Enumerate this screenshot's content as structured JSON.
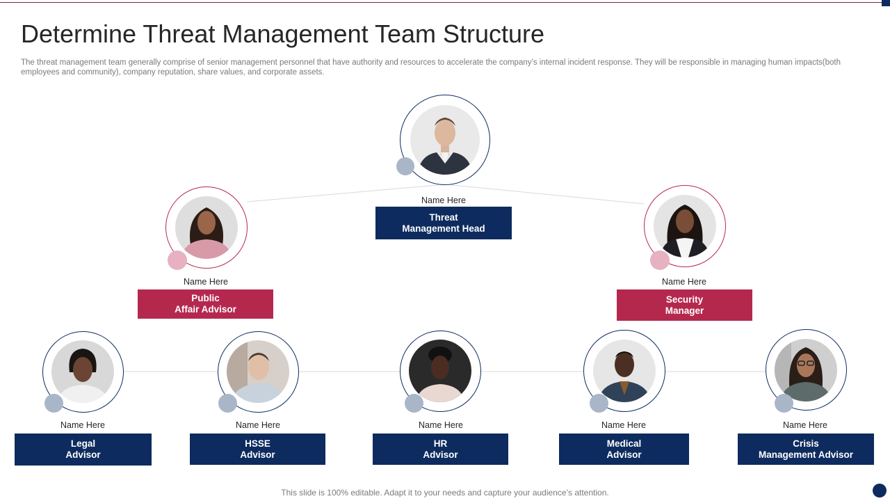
{
  "slide": {
    "title": "Determine Threat Management Team Structure",
    "description": "The threat management team generally comprise of senior management personnel that have authority and resources to accelerate the company’s internal incident response. They will be responsible in managing human impacts(both employees and community), company reputation, share values, and corporate assets.",
    "footer": "This slide is 100% editable. Adapt it to your needs and capture your audience’s attention."
  },
  "colors": {
    "navy": "#0d2b5e",
    "crimson": "#b5284e",
    "navy_dot": "#a9b6c8",
    "crimson_dot": "#e7b1c2"
  },
  "members": {
    "head": {
      "name": "Name Here",
      "role_line1": "Threat",
      "role_line2": "Management Head",
      "photo": "man-portrait-icon"
    },
    "public_affair": {
      "name": "Name Here",
      "role_line1": "Public",
      "role_line2": "Affair Advisor",
      "photo": "woman-portrait-icon"
    },
    "security": {
      "name": "Name Here",
      "role_line1": "Security",
      "role_line2": "Manager",
      "photo": "woman-portrait-icon"
    },
    "legal": {
      "name": "Name Here",
      "role_line1": "Legal",
      "role_line2": "Advisor",
      "photo": "woman-portrait-icon"
    },
    "hsse": {
      "name": "Name Here",
      "role_line1": "HSSE",
      "role_line2": "Advisor",
      "photo": "man-portrait-icon"
    },
    "hr": {
      "name": "Name Here",
      "role_line1": "HR",
      "role_line2": "Advisor",
      "photo": "woman-portrait-icon"
    },
    "medical": {
      "name": "Name Here",
      "role_line1": "Medical",
      "role_line2": "Advisor",
      "photo": "man-portrait-icon"
    },
    "crisis": {
      "name": "Name Here",
      "role_line1": "Crisis",
      "role_line2": "Management Advisor",
      "photo": "woman-portrait-icon"
    }
  }
}
